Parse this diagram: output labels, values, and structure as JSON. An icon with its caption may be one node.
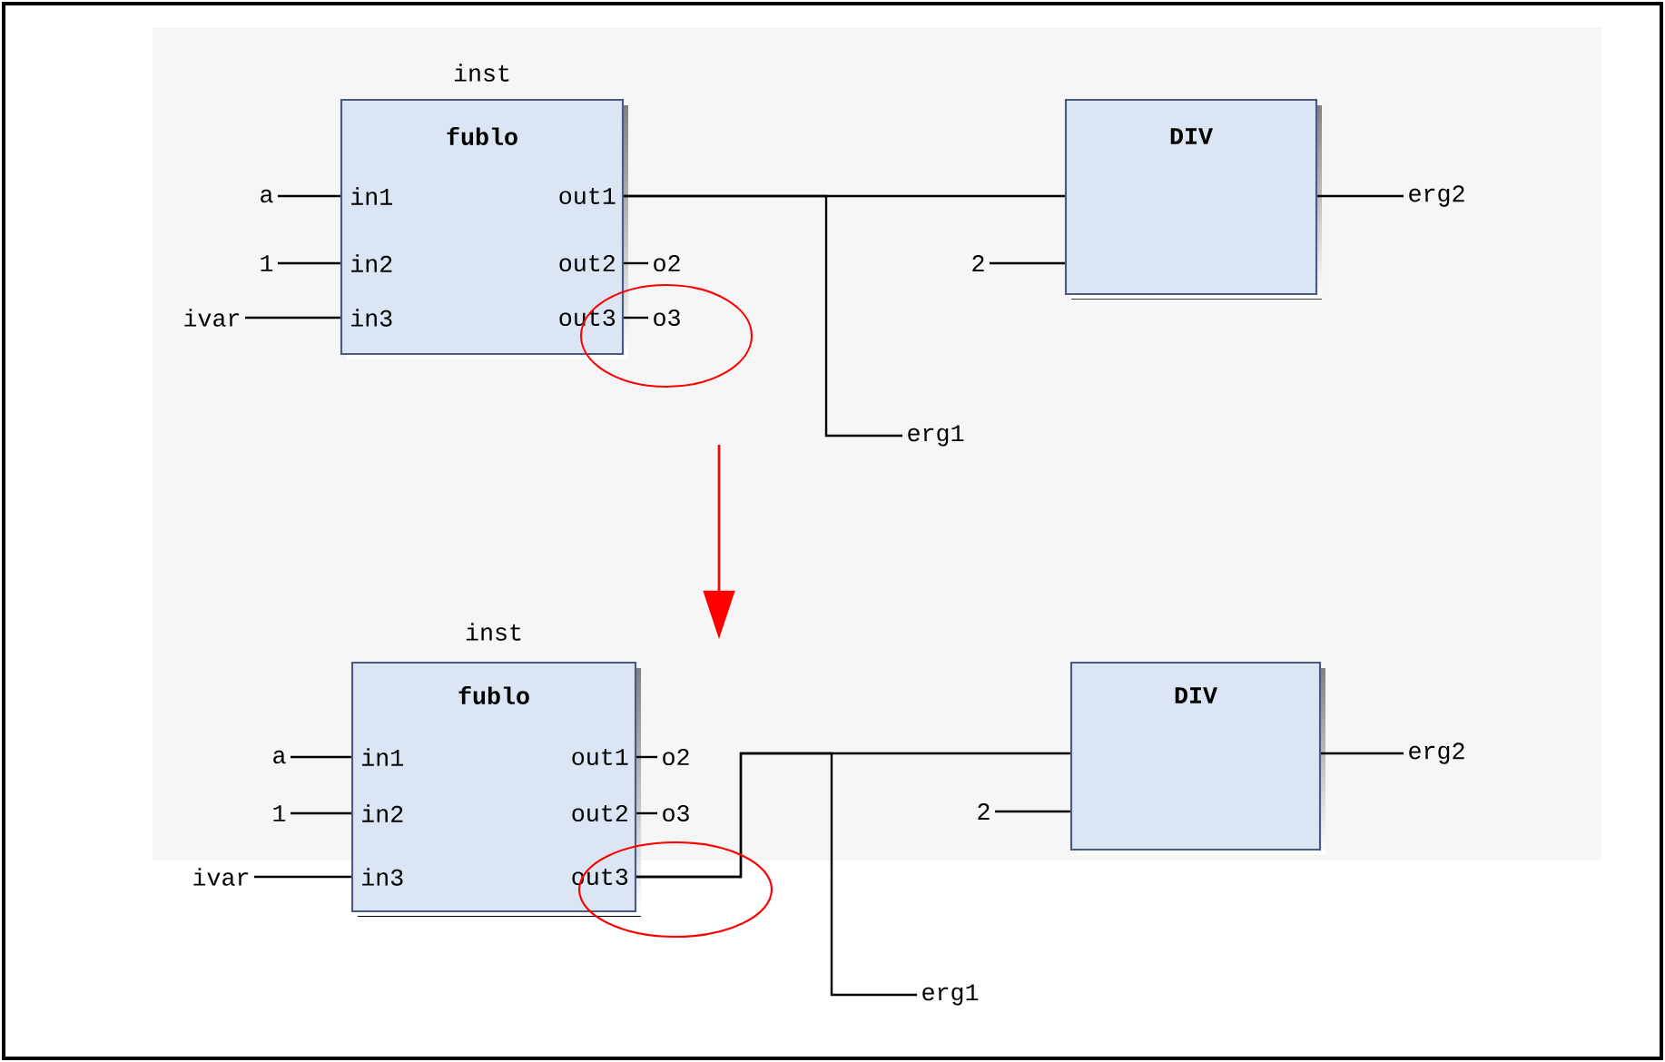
{
  "diagram": {
    "nodes": [
      {
        "text": [
          "inst",
          "fublo",
          "in1",
          "out1",
          "in2",
          "out2",
          "in3",
          "out3"
        ]
      },
      {
        "text": [
          "a"
        ]
      },
      {
        "text": [
          "1"
        ]
      },
      {
        "text": [
          "ivar"
        ]
      },
      {
        "text": [
          "o2"
        ]
      },
      {
        "text": [
          "o3"
        ]
      },
      {
        "text": [
          "DIV"
        ]
      },
      {
        "text": [
          "2"
        ]
      },
      {
        "text": [
          "erg2"
        ]
      },
      {
        "text": [
          "erg1"
        ]
      },
      {
        "text": [
          "inst",
          "fublo",
          "in1",
          "out1",
          "in2",
          "out2",
          "in3",
          "out3"
        ]
      },
      {
        "text": [
          "a"
        ]
      },
      {
        "text": [
          "1"
        ]
      },
      {
        "text": [
          "ivar"
        ]
      },
      {
        "text": [
          "o2"
        ]
      },
      {
        "text": [
          "o3"
        ]
      },
      {
        "text": [
          "DIV"
        ]
      },
      {
        "text": [
          "2"
        ]
      },
      {
        "text": [
          "erg2"
        ]
      },
      {
        "text": [
          "erg1"
        ]
      }
    ],
    "edges": [
      {
        "from": 1,
        "to": 0,
        "arrow": "none"
      },
      {
        "from": 2,
        "to": 0,
        "arrow": "none"
      },
      {
        "from": 3,
        "to": 0,
        "arrow": "none"
      },
      {
        "from": 0,
        "to": 6,
        "arrow": "none"
      },
      {
        "from": 0,
        "to": 9,
        "arrow": "none"
      },
      {
        "from": 7,
        "to": 6,
        "arrow": "none"
      },
      {
        "from": 0,
        "to": 4,
        "arrow": "none"
      },
      {
        "from": 0,
        "to": 5,
        "arrow": "none"
      },
      {
        "from": 6,
        "to": 8,
        "arrow": "none"
      },
      {
        "from": 11,
        "to": 10,
        "arrow": "none"
      },
      {
        "from": 12,
        "to": 10,
        "arrow": "none"
      },
      {
        "from": 13,
        "to": 10,
        "arrow": "none"
      },
      {
        "from": 10,
        "to": 14,
        "arrow": "none"
      },
      {
        "from": 10,
        "to": 15,
        "arrow": "none"
      },
      {
        "from": 10,
        "to": 16,
        "arrow": "none"
      },
      {
        "from": 10,
        "to": 19,
        "arrow": "none"
      },
      {
        "from": 17,
        "to": 16,
        "arrow": "none"
      },
      {
        "from": 16,
        "to": 18,
        "arrow": "none"
      }
    ]
  }
}
